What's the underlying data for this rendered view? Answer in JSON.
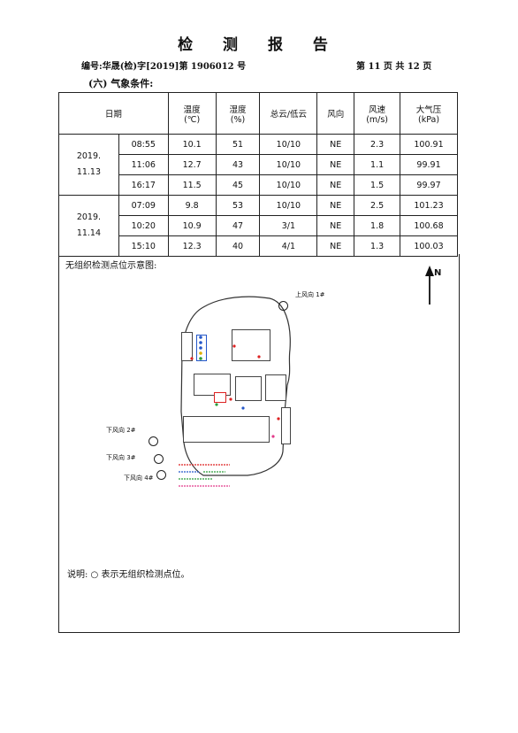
{
  "header": {
    "title": "检 测 报 告",
    "report_no": "编号:华晟(检)字[2019]第 1906012 号",
    "page_info": "第 11 页 共 12 页"
  },
  "section_title": "(六) 气象条件:",
  "table": {
    "headers": [
      "日期",
      "温度\n(℃)",
      "湿度\n(%)",
      "总云/低云",
      "风向",
      "风速\n(m/s)",
      "大气压\n(kPa)"
    ],
    "groups": [
      {
        "date": "2019.\n11.13",
        "rows": [
          {
            "time": "08:55",
            "temp": "10.1",
            "humidity": "51",
            "cloud": "10/10",
            "wind_dir": "NE",
            "wind_speed": "2.3",
            "pressure": "100.91"
          },
          {
            "time": "11:06",
            "temp": "12.7",
            "humidity": "43",
            "cloud": "10/10",
            "wind_dir": "NE",
            "wind_speed": "1.1",
            "pressure": "99.91"
          },
          {
            "time": "16:17",
            "temp": "11.5",
            "humidity": "45",
            "cloud": "10/10",
            "wind_dir": "NE",
            "wind_speed": "1.5",
            "pressure": "99.97"
          }
        ]
      },
      {
        "date": "2019.\n11.14",
        "rows": [
          {
            "time": "07:09",
            "temp": "9.8",
            "humidity": "53",
            "cloud": "10/10",
            "wind_dir": "NE",
            "wind_speed": "2.5",
            "pressure": "101.23"
          },
          {
            "time": "10:20",
            "temp": "10.9",
            "humidity": "47",
            "cloud": "3/1",
            "wind_dir": "NE",
            "wind_speed": "1.8",
            "pressure": "100.68"
          },
          {
            "time": "15:10",
            "temp": "12.3",
            "humidity": "40",
            "cloud": "4/1",
            "wind_dir": "NE",
            "wind_speed": "1.3",
            "pressure": "100.03"
          }
        ]
      }
    ]
  },
  "map": {
    "title": "无组织检测点位示意图:",
    "north_label": "N",
    "points": [
      "上风向 1#",
      "下风向 2#",
      "下风向 3#",
      "下风向 4#"
    ],
    "note": "说明: ○ 表示无组织检测点位。",
    "colors": {
      "red": "#d22",
      "blue": "#2457c9",
      "green": "#2a9d3a",
      "yellow": "#e0b000",
      "pink": "#e23a8a"
    }
  }
}
